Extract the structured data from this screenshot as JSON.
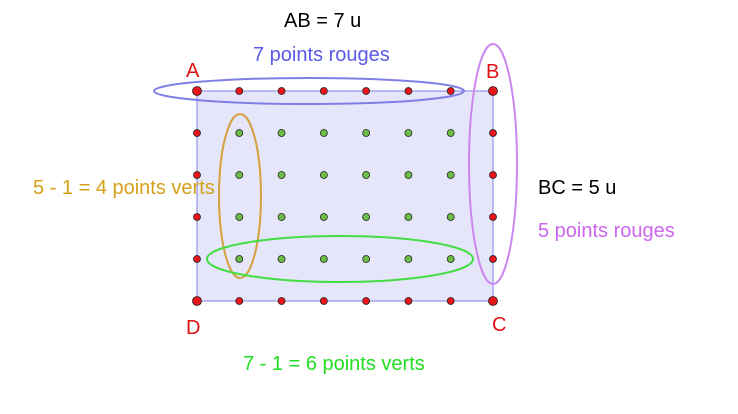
{
  "labels": {
    "ab_length": "AB = 7 u",
    "ab_count": "7 points rouges",
    "bc_length": "BC = 5 u",
    "bc_count": "5 points rouges",
    "left_count": "5 - 1 = 4 points verts",
    "bottom_count": "7 - 1 = 6 points verts"
  },
  "vertices": {
    "a": "A",
    "b": "B",
    "c": "C",
    "d": "D"
  },
  "grid": {
    "columns": 7,
    "rows": 5
  },
  "colors": {
    "rectangle_fill": "#e6e6fa",
    "rectangle_stroke": "#7f7fe6",
    "red_point": "#e8151b",
    "green_point": "#6cbd45",
    "vertex_label": "#e01212",
    "blue_label": "#5a5ae6",
    "pink_label": "#cc66ee",
    "gold_label": "#d4a017",
    "green_label": "#22dd22",
    "black_label": "#000000"
  }
}
